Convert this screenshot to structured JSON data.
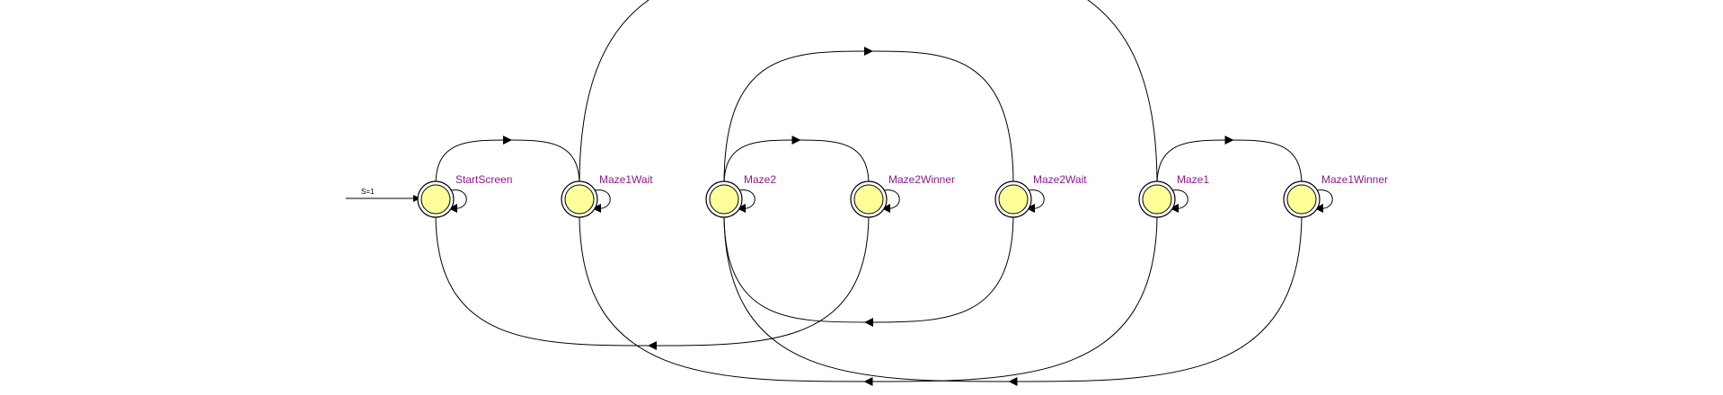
{
  "diagram": {
    "reset_label": "S=1",
    "states": [
      {
        "id": "StartScreen",
        "label": "StartScreen"
      },
      {
        "id": "Maze1Wait",
        "label": "Maze1Wait"
      },
      {
        "id": "Maze2",
        "label": "Maze2"
      },
      {
        "id": "Maze2Winner",
        "label": "Maze2Winner"
      },
      {
        "id": "Maze2Wait",
        "label": "Maze2Wait"
      },
      {
        "id": "Maze1",
        "label": "Maze1"
      },
      {
        "id": "Maze1Winner",
        "label": "Maze1Winner"
      }
    ],
    "transitions": [
      {
        "from": "StartScreen",
        "to": "Maze1Wait"
      },
      {
        "from": "Maze1Wait",
        "to": "Maze1"
      },
      {
        "from": "Maze2",
        "to": "Maze2Winner"
      },
      {
        "from": "Maze2",
        "to": "Maze2Wait"
      },
      {
        "from": "Maze1",
        "to": "Maze1Winner"
      },
      {
        "from": "Maze2Wait",
        "to": "Maze2"
      },
      {
        "from": "Maze2Winner",
        "to": "StartScreen"
      },
      {
        "from": "Maze1",
        "to": "Maze1Wait"
      },
      {
        "from": "Maze1Winner",
        "to": "Maze2"
      },
      {
        "from": "StartScreen",
        "to": "StartScreen"
      },
      {
        "from": "Maze1Wait",
        "to": "Maze1Wait"
      },
      {
        "from": "Maze2",
        "to": "Maze2"
      },
      {
        "from": "Maze2Winner",
        "to": "Maze2Winner"
      },
      {
        "from": "Maze2Wait",
        "to": "Maze2Wait"
      },
      {
        "from": "Maze1",
        "to": "Maze1"
      },
      {
        "from": "Maze1Winner",
        "to": "Maze1Winner"
      }
    ],
    "colors": {
      "state_fill": "#ffff99",
      "state_stroke": "#000000",
      "label": "#8b1a8b",
      "edge": "#000000"
    }
  }
}
